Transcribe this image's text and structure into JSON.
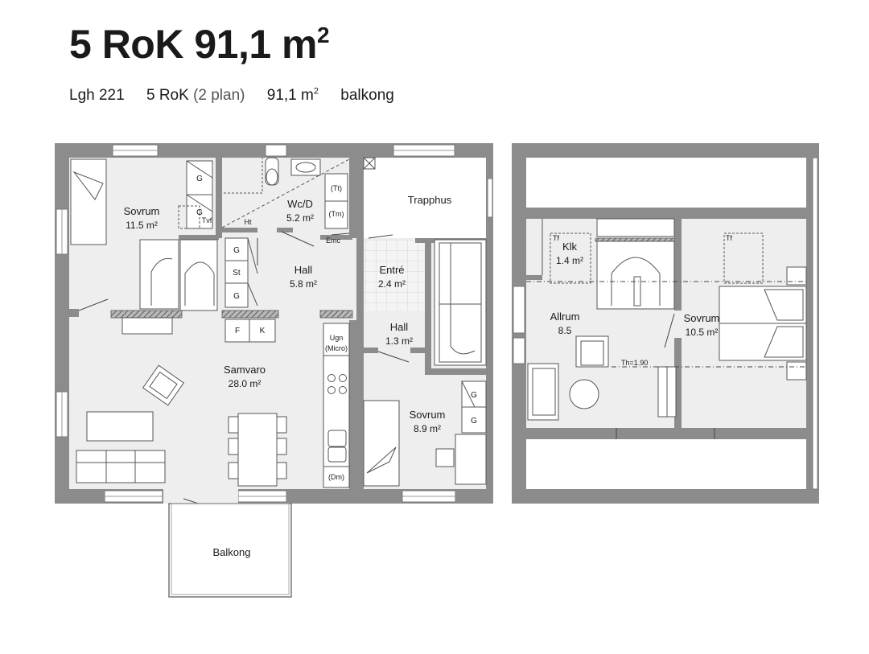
{
  "header": {
    "title_main": "5 RoK 91,1 m",
    "title_sup": "2",
    "lgh": "Lgh 221",
    "rok": "5 RoK",
    "plan": "(2 plan)",
    "area_main": "91,1 m",
    "area_sup": "2",
    "balkong": "balkong"
  },
  "rooms": {
    "sovrum1_name": "Sovrum",
    "sovrum1_area": "11.5 m²",
    "wcd_name": "Wc/D",
    "wcd_area": "5.2 m²",
    "trapphus_name": "Trapphus",
    "hall1_name": "Hall",
    "hall1_area": "5.8 m²",
    "entre_name": "Entré",
    "entre_area": "2.4 m²",
    "hall2_name": "Hall",
    "hall2_area": "1.3 m²",
    "samvaro_name": "Samvaro",
    "samvaro_area": "28.0 m²",
    "sovrum2_name": "Sovrum",
    "sovrum2_area": "8.9 m²",
    "balkong_name": "Balkong",
    "klk_name": "Klk",
    "klk_area": "1.4 m²",
    "allrum_name": "Allrum",
    "allrum_area": "8.5",
    "sovrum3_name": "Sovrum",
    "sovrum3_area": "10.5 m²"
  },
  "fixtures": {
    "g": "G",
    "st": "St",
    "f": "F",
    "k": "K",
    "tvf": "Tvf",
    "ht": "Ht",
    "tt": "(Tt)",
    "tm": "(Tm)",
    "emc": "Emc",
    "ugn": "Ugn",
    "micro": "(Micro)",
    "dm": "(Dm)",
    "tf": "Tf",
    "th": "Th=1.90"
  },
  "colors": {
    "wall": "#8c8c8c",
    "floor": "#eeeeee",
    "line": "#333333"
  }
}
